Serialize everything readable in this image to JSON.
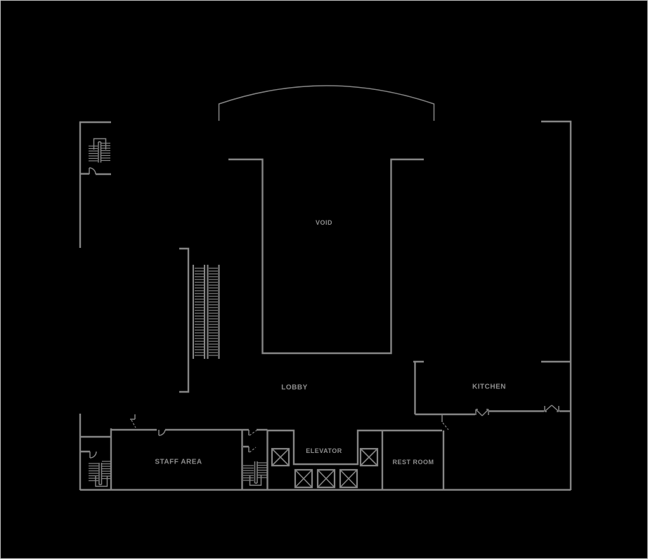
{
  "colors": {
    "background": "#000000",
    "wall": "#868686",
    "label": "#8f8f8f",
    "frame": "#c4c4c4"
  },
  "rooms": {
    "void": "VOID",
    "lobby": "LOBBY",
    "kitchen": "KITCHEN",
    "staff_area": "STAFF AREA",
    "elevator": "ELEVATOR",
    "rest_room": "REST ROOM"
  }
}
